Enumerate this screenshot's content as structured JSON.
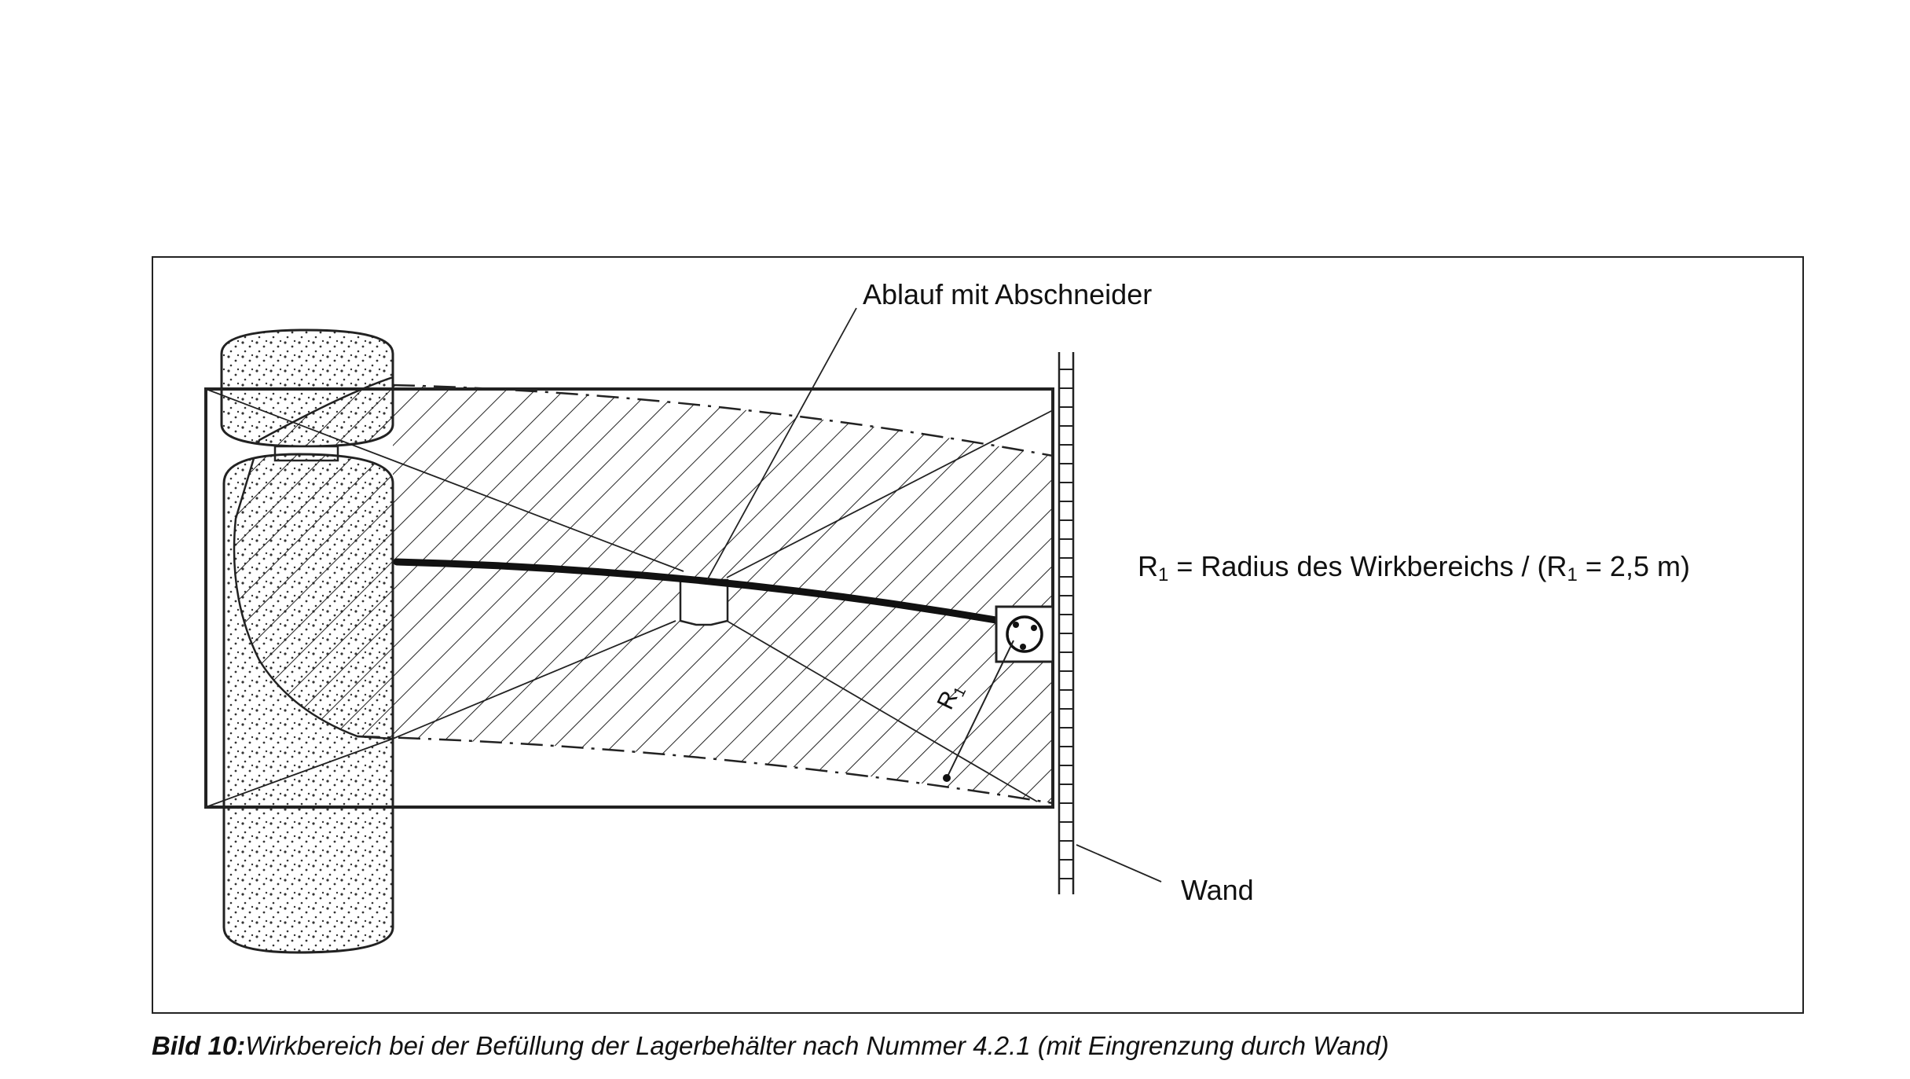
{
  "diagram": {
    "labels": {
      "drain": "Ablauf mit Abschneider",
      "wall": "Wand",
      "radius_symbol": "R",
      "radius_subscript": "1"
    },
    "legend": {
      "symbol": "R",
      "subscript": "1",
      "text_a": " = Radius des Wirkbereichs / (",
      "text_b": " = 2,5 m)"
    },
    "caption": {
      "label": "Bild 10:",
      "text": "Wirkbereich bei der Befüllung der Lagerbehälter nach Nummer 4.2.1 (mit Eingrenzung durch Wand)"
    }
  }
}
